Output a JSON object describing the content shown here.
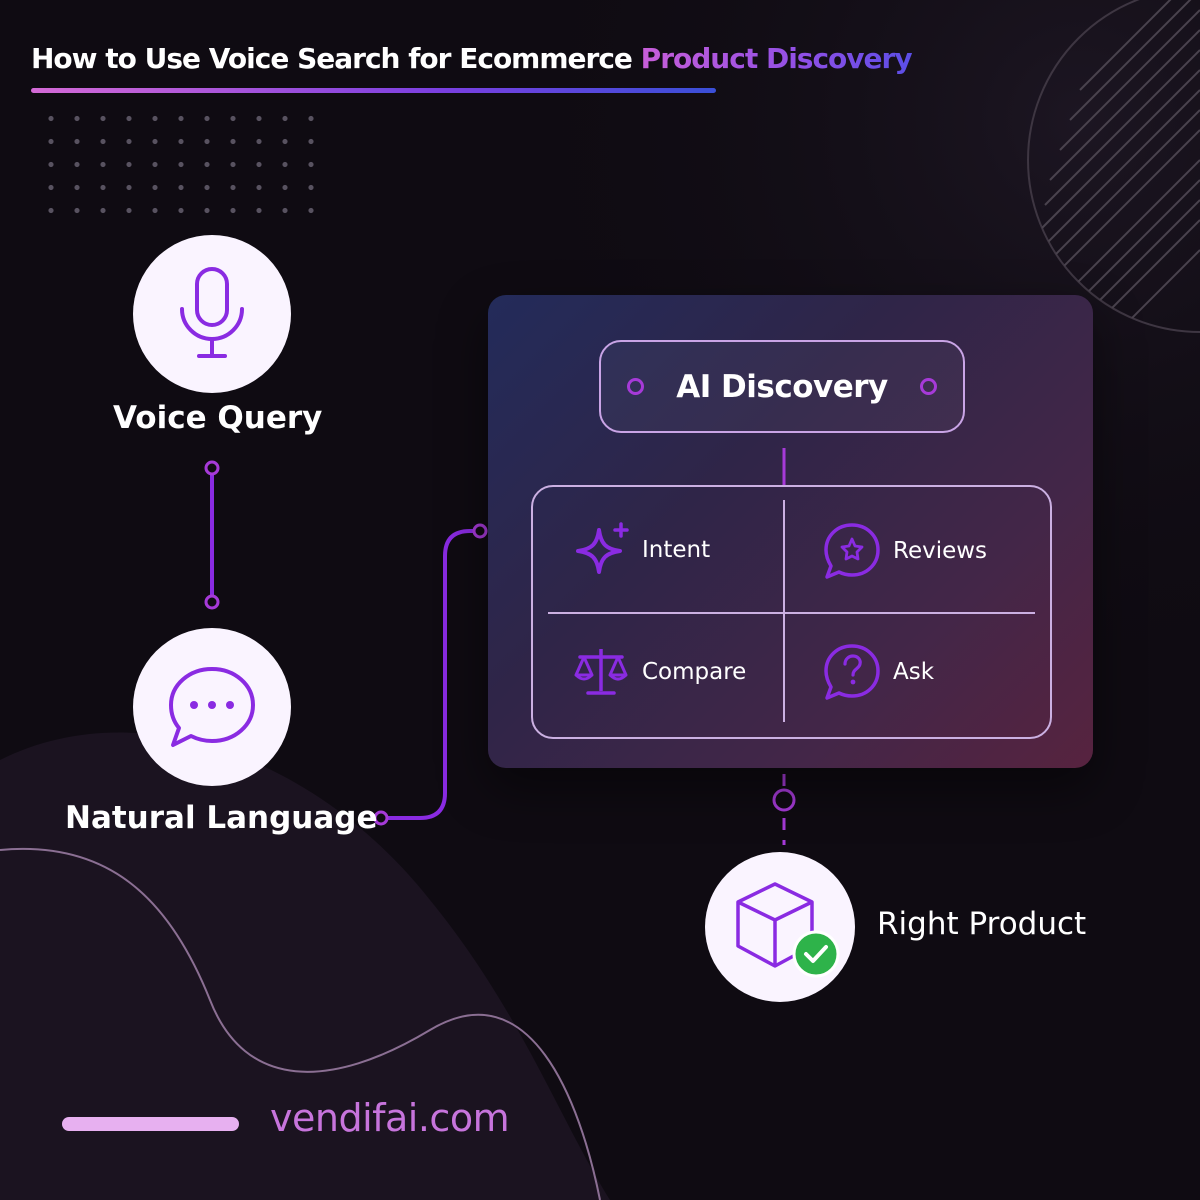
{
  "title": {
    "prefix": "How to Use Voice Search for Ecommerce ",
    "highlight": "Product Discovery"
  },
  "nodes": {
    "voice_query": {
      "label": "Voice Query",
      "icon": "microphone-icon"
    },
    "natural_language": {
      "label": "Natural Language",
      "icon": "chat-bubble-icon"
    },
    "right_product": {
      "label": "Right Product",
      "icon": "box-check-icon"
    }
  },
  "ai_panel": {
    "title": "AI Discovery",
    "features": [
      {
        "label": "Intent",
        "icon": "sparkle-icon"
      },
      {
        "label": "Reviews",
        "icon": "star-chat-icon"
      },
      {
        "label": "Compare",
        "icon": "scale-icon"
      },
      {
        "label": "Ask",
        "icon": "question-chat-icon"
      }
    ]
  },
  "footer": {
    "brand": "vendifai.com"
  },
  "colors": {
    "background": "#0f0b12",
    "accent_purple": "#8a2be2",
    "accent_pink": "#c774dc",
    "node_fill": "#faf4ff",
    "check_green": "#2eb34a"
  }
}
